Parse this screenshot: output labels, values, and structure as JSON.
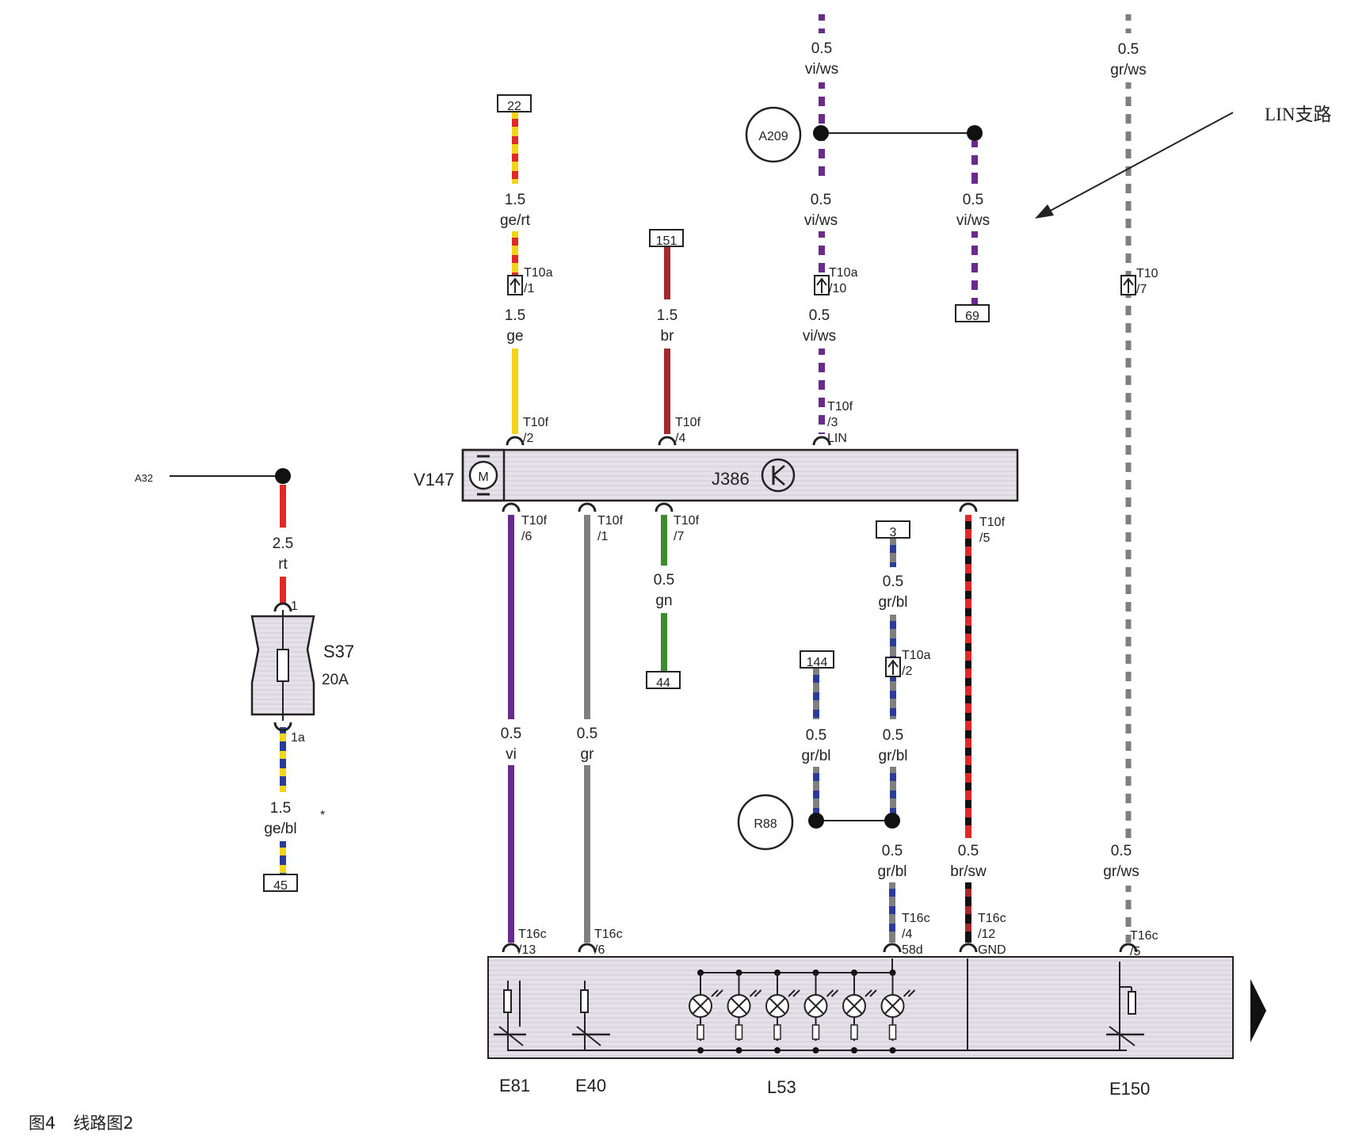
{
  "caption": {
    "figure": "图4",
    "title": "线路图2"
  },
  "annotation": {
    "text": "LIN支路"
  },
  "components": {
    "A32": "A32",
    "S37": "S37",
    "S37_rating": "20A",
    "V147": "V147",
    "J386": "J386",
    "A209": "A209",
    "R88": "R88",
    "E81": "E81",
    "E40": "E40",
    "L53": "L53",
    "E150": "E150",
    "motor_symbol": "M"
  },
  "wires": {
    "w1_size": "1.5",
    "w1_color": "ge/rt",
    "w2_size": "1.5",
    "w2_color": "ge",
    "w3_size": "1.5",
    "w3_color": "br",
    "w4_size": "0.5",
    "w4_color": "vi/ws",
    "w5_size": "0.5",
    "w5_color": "vi/ws",
    "w6_size": "0.5",
    "w6_color": "vi/ws",
    "w7_size": "0.5",
    "w7_color": "vi/ws",
    "w8_size": "0.5",
    "w8_color": "gr/ws",
    "w9_size": "2.5",
    "w9_color": "rt",
    "w10_size": "1.5",
    "w10_color": "ge/bl",
    "w11_size": "0.5",
    "w11_color": "vi",
    "w12_size": "0.5",
    "w12_color": "gr",
    "w13_size": "0.5",
    "w13_color": "gn",
    "w14_size": "0.5",
    "w14_color": "gr/bl",
    "w15_size": "0.5",
    "w15_color": "gr/bl",
    "w16_size": "0.5",
    "w16_color": "gr/bl",
    "w17_size": "0.5",
    "w17_color": "gr/bl",
    "w18_size": "0.5",
    "w18_color": "br/sw",
    "w19_size": "0.5",
    "w19_color": "gr/ws"
  },
  "ground_refs": {
    "r22": "22",
    "r151": "151",
    "r69": "69",
    "r3": "3",
    "r144": "144",
    "r44": "44",
    "r45": "45"
  },
  "connectors": {
    "t10a_1_a": "T10a",
    "t10a_1_b": "/1",
    "t10a_10_a": "T10a",
    "t10a_10_b": "/10",
    "t10_7_a": "T10",
    "t10_7_b": "/7",
    "t10f_2_a": "T10f",
    "t10f_2_b": "/2",
    "t10f_4_a": "T10f",
    "t10f_4_b": "/4",
    "t10f_3_a": "T10f",
    "t10f_3_b": "/3",
    "t10f_3_c": "LIN",
    "t10f_6_a": "T10f",
    "t10f_6_b": "/6",
    "t10f_1_a": "T10f",
    "t10f_1_b": "/1",
    "t10f_7_a": "T10f",
    "t10f_7_b": "/7",
    "t10f_5_a": "T10f",
    "t10f_5_b": "/5",
    "t10a_2_a": "T10a",
    "t10a_2_b": "/2",
    "pin_1": "1",
    "pin_1a": "1a",
    "star": "*",
    "t16c_13_a": "T16c",
    "t16c_13_b": "/13",
    "t16c_6_a": "T16c",
    "t16c_6_b": "/6",
    "t16c_4_a": "T16c",
    "t16c_4_b": "/4",
    "t16c_4_c": "58d",
    "t16c_12_a": "T16c",
    "t16c_12_b": "/12",
    "t16c_12_c": "GND",
    "t16c_5_a": "T16c",
    "t16c_5_b": "/5"
  },
  "colors": {
    "ge": "#f2d418",
    "rt": "#e02828",
    "br": "#a5282a",
    "vi": "#6a2a8c",
    "ws": "#ffffff",
    "gr": "#7f7f7f",
    "gn": "#3e8a2e",
    "bl": "#2a3c9a",
    "sw": "#111111",
    "module_fill": "#e3dde6"
  }
}
